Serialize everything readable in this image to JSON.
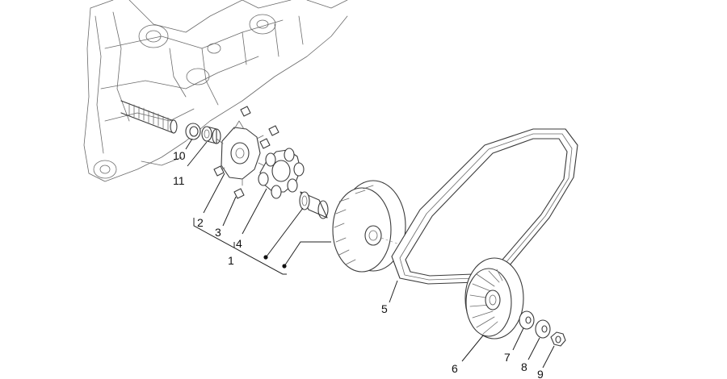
{
  "callouts": {
    "c1": "1",
    "c2": "2",
    "c3": "3",
    "c4": "4",
    "c5": "5",
    "c6": "6",
    "c7": "7",
    "c8": "8",
    "c9": "9",
    "c10": "10",
    "c11": "11"
  },
  "colors": {
    "line": "#3a3a3a",
    "background": "#ffffff"
  }
}
